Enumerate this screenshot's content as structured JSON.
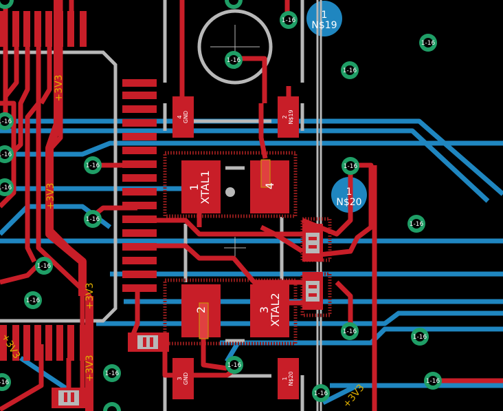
{
  "colors": {
    "background": "#000000",
    "top_copper": "#c81e28",
    "bottom_copper": "#1f86c0",
    "via_ring": "#1f9e66",
    "silkscreen": "#b8b8b8",
    "rail_text": "#e0b000"
  },
  "via_label": "1-16",
  "rails": {
    "v3v3": "+3V3"
  },
  "pads": {
    "n19": {
      "num": "1",
      "net": "N$19"
    },
    "n20": {
      "num": "1",
      "net": "N$20"
    }
  },
  "components": {
    "xtal1": {
      "pin": "1",
      "name": "XTAL1"
    },
    "xtal2": {
      "pin": "3",
      "name": "XTAL2"
    },
    "pin2": "2",
    "pin4": "4"
  },
  "small_labels": {
    "gnd_top_num": "4",
    "gnd_top_net": "GND",
    "n19_num": "2",
    "n19_net": "N$19",
    "gnd_bot_num": "3",
    "gnd_bot_net": "GND",
    "n20_num": "1",
    "n20_net": "N$20"
  }
}
